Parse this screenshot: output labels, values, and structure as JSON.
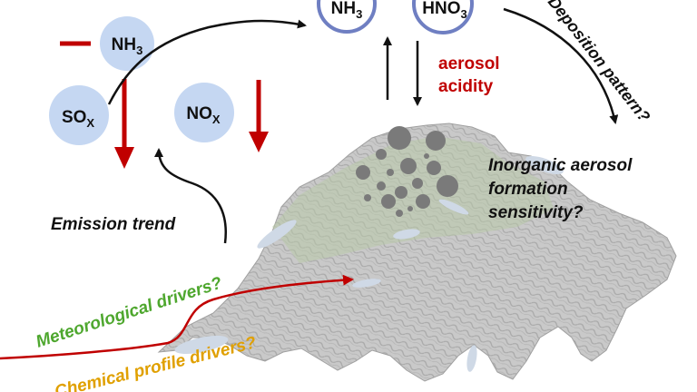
{
  "species": {
    "nh3_left": {
      "main": "NH",
      "sub": "3"
    },
    "sox": {
      "main": "SO",
      "sub": "X"
    },
    "nox": {
      "main": "NO",
      "sub": "X"
    },
    "nh3_top": {
      "main": "NH",
      "sub": "3"
    },
    "hno3_top": {
      "main": "HNO",
      "sub": "3"
    }
  },
  "labels": {
    "aerosol_line1": "aerosol",
    "aerosol_line2": "acidity",
    "deposition": "Deposition pattern?",
    "inorganic_line1": "Inorganic aerosol",
    "inorganic_line2": "formation",
    "inorganic_line3": "sensitivity?",
    "emission_trend": "Emission trend",
    "meteorological": "Meteorological drivers?",
    "chemical": "Chemical profile drivers?"
  },
  "colors": {
    "bubble_fill": "#c5d7f2",
    "bubble_stroke": "#6f7fc2",
    "trend_red": "#c00000",
    "aerosol_text": "#c00000",
    "meteorological_text": "#4ea72e",
    "chemical_text": "#e0a000",
    "text_dark": "#111111",
    "map_relief": "#b9b9b9",
    "map_lakes": "#cfd9e6",
    "particles": "#7a7a7a"
  }
}
